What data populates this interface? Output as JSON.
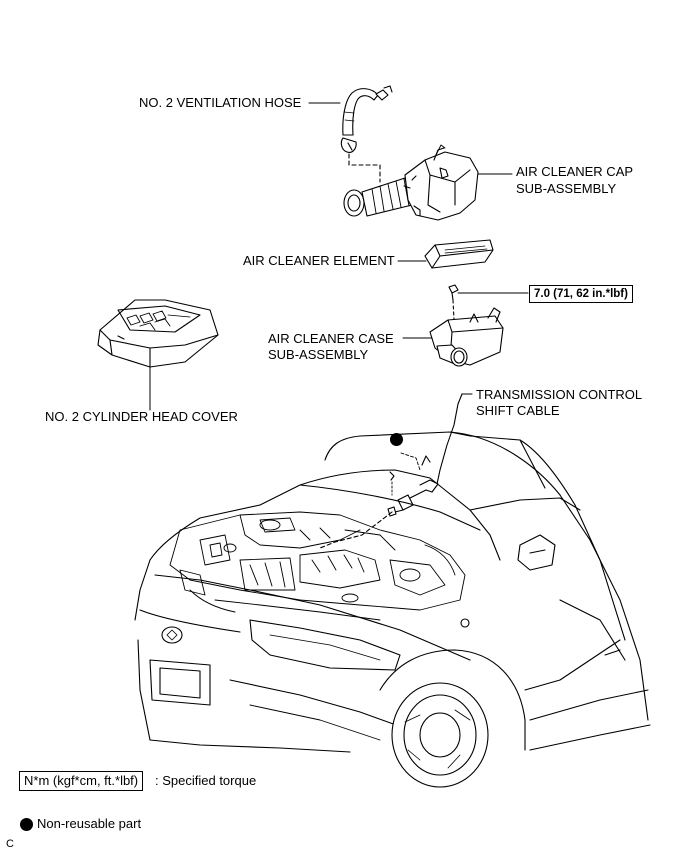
{
  "labels": {
    "ventilation_hose": "NO. 2 VENTILATION HOSE",
    "cap_line1": "AIR CLEANER CAP",
    "cap_line2": "SUB-ASSEMBLY",
    "element": "AIR CLEANER ELEMENT",
    "case_line1": "AIR CLEANER CASE",
    "case_line2": "SUB-ASSEMBLY",
    "head_cover": "NO. 2 CYLINDER HEAD COVER",
    "shift_line1": "TRANSMISSION CONTROL",
    "shift_line2": "SHIFT CABLE"
  },
  "torque": "7.0 (71, 62 in.*lbf)",
  "legend": {
    "torque_unit": "N*m (kgf*cm, ft.*lbf)",
    "torque_desc": ": Specified torque",
    "nonreusable": "Non-reusable part"
  },
  "code": "C"
}
